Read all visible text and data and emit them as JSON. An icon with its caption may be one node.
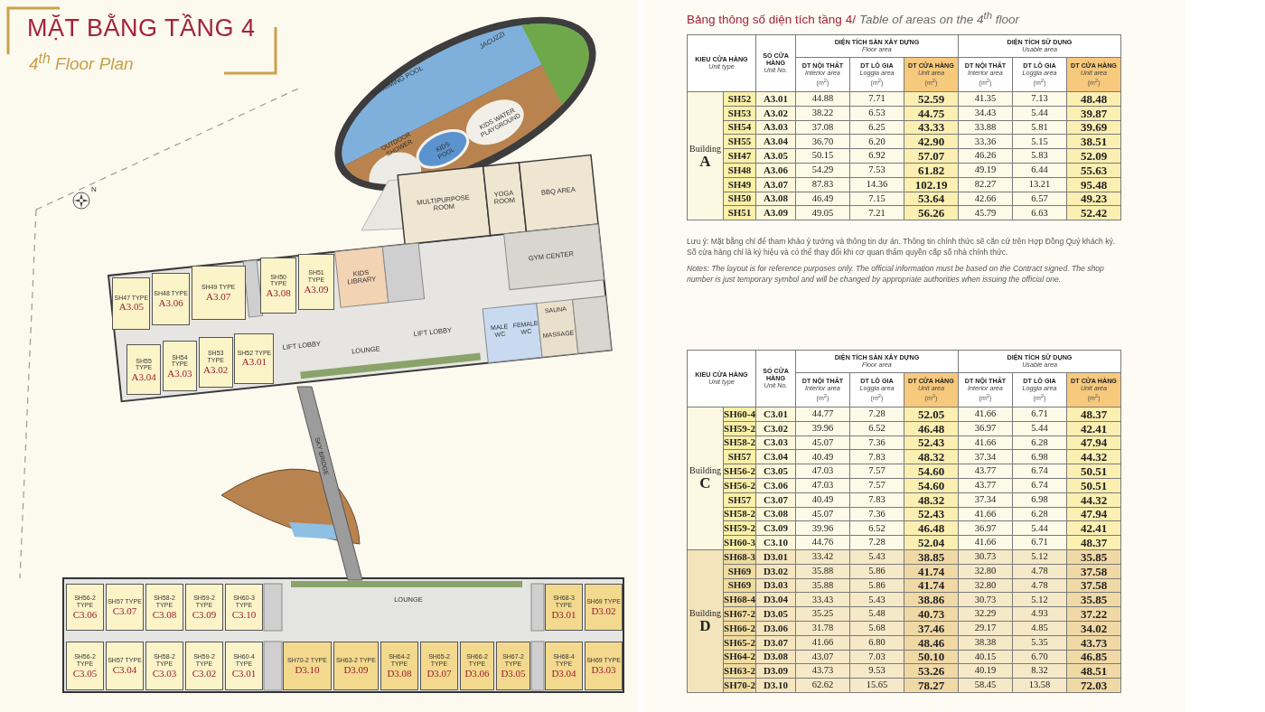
{
  "diagram": {
    "title": "MẶT BẰNG TẦNG 4",
    "nodes": [
      {
        "text": [
          "SH47 TYPE",
          "A3.05"
        ]
      },
      {
        "text": [
          "SH48 TYPE",
          "A3.06"
        ]
      },
      {
        "text": [
          "SH49 TYPE",
          "A3.07"
        ]
      },
      {
        "text": [
          "SH50 TYPE",
          "A3.08"
        ]
      },
      {
        "text": [
          "SH51 TYPE",
          "A3.09"
        ]
      },
      {
        "text": [
          "SH55 TYPE",
          "A3.04"
        ]
      },
      {
        "text": [
          "SH54 TYPE",
          "A3.03"
        ]
      },
      {
        "text": [
          "SH53 TYPE",
          "A3.02"
        ]
      },
      {
        "text": [
          "SH52 TYPE",
          "A3.01"
        ]
      },
      {
        "text": [
          "SH56-2 TYPE",
          "C3.06"
        ]
      },
      {
        "text": [
          "SH57 TYPE",
          "C3.07"
        ]
      },
      {
        "text": [
          "SH58-2 TYPE",
          "C3.08"
        ]
      },
      {
        "text": [
          "SH59-2 TYPE",
          "C3.09"
        ]
      },
      {
        "text": [
          "SH60-3 TYPE",
          "C3.10"
        ]
      },
      {
        "text": [
          "SH68-3 TYPE",
          "D3.01"
        ]
      },
      {
        "text": [
          "SH69 TYPE",
          "D3.02"
        ]
      },
      {
        "text": [
          "SH56-2 TYPE",
          "C3.05"
        ]
      },
      {
        "text": [
          "SH57 TYPE",
          "C3.04"
        ]
      },
      {
        "text": [
          "SH58-2 TYPE",
          "C3.03"
        ]
      },
      {
        "text": [
          "SH59-2 TYPE",
          "C3.02"
        ]
      },
      {
        "text": [
          "SH60-4 TYPE",
          "C3.01"
        ]
      },
      {
        "text": [
          "SH70-2 TYPE",
          "D3.10"
        ]
      },
      {
        "text": [
          "SH63-2 TYPE",
          "D3.09"
        ]
      },
      {
        "text": [
          "SH64-2 TYPE",
          "D3.08"
        ]
      },
      {
        "text": [
          "SH65-2 TYPE",
          "D3.07"
        ]
      },
      {
        "text": [
          "SH66-2 TYPE",
          "D3.06"
        ]
      },
      {
        "text": [
          "SH67-2 TYPE",
          "D3.05"
        ]
      },
      {
        "text": [
          "SH68-4 TYPE",
          "D3.04"
        ]
      },
      {
        "text": [
          "SH69 TYPE",
          "D3.03"
        ]
      }
    ],
    "labels": [
      "4$^{th}$ Floor Plan",
      "JACUZZI",
      "SWIMMING POOL",
      "KIDS WATER PLAYGROUND",
      "OUTDOOR SHOWER",
      "KIDS POOL",
      "N",
      "MULTIPURPOSE ROOM",
      "YOGA ROOM",
      "BBQ AREA",
      "GYM CENTER",
      "KIDS LIBRARY",
      "SAUNA",
      "LIFT LOBBY",
      "MALE WC",
      "FEMALE WC",
      "MASSAGE",
      "LIFT LOBBY",
      "LOUNGE",
      "SKY BRIDGE",
      "LOUNGE",
      "Bảng thông số diện tích tầng 4/",
      "Table of areas on the 4$^{th}$ floor",
      "KIỂU CỬA HÀNG",
      "Unit type",
      "SỐ CỬA HÀNG",
      "Unit No.",
      "DIỆN TÍCH SÀN XÂY DỰNG",
      "Floor area",
      "DIỆN TÍCH SỬ DỤNG",
      "Usable area",
      "DT NỘI THẤT",
      "Interior area",
      "(m$^{2}$)",
      "DT LÔ GIA",
      "Loggia area",
      "(m$^{2}$)",
      "DT CỬA HÀNG",
      "Unit area",
      "(m$^{2}$)",
      "DT NỘI THẤT",
      "Interior area",
      "(m$^{2}$)",
      "DT LÔ GIA",
      "Loggia area",
      "(m$^{2}$)",
      "DT CỬA HÀNG",
      "Unit area",
      "(m$^{2}$)",
      "Building",
      "A",
      "SH52",
      "A3.01",
      "44.88",
      "7.71",
      "52.59",
      "41.35",
      "7.13",
      "48.48",
      "SH53",
      "A3.02",
      "38.22",
      "6.53",
      "44.75",
      "34.43",
      "5.44",
      "39.87",
      "SH54",
      "A3.03",
      "37.08",
      "6.25",
      "43.33",
      "33.88",
      "5.81",
      "39.69",
      "SH55",
      "A3.04",
      "36.70",
      "6.20",
      "42.90",
      "33.36",
      "5.15",
      "38.51",
      "SH47",
      "A3.05",
      "50.15",
      "6.92",
      "57.07",
      "46.26",
      "5.83",
      "52.09",
      "SH48",
      "A3.06",
      "54.29",
      "7.53",
      "61.82",
      "49.19",
      "6.44",
      "55.63",
      "SH49",
      "A3.07",
      "87.83",
      "14.36",
      "102.19",
      "82.27",
      "13.21",
      "95.48",
      "SH50",
      "A3.08",
      "46.49",
      "7.15",
      "53.64",
      "42.66",
      "6.57",
      "49.23",
      "SH51",
      "A3.09",
      "49.05",
      "7.21",
      "56.26",
      "45.79",
      "6.63",
      "52.42",
      "Lưu ý: Mặt bằng chỉ để tham khảo ý tưởng và thông tin dự án. Thông tin chính thức sẽ căn cứ trên Hợp Đồng Quý khách ký. Số cửa hàng chỉ là ký hiệu và có thể thay đổi khi cơ quan thẩm quyền cấp số nhà chính thức.",
      "Notes: The layout is for reference purposes only. The official information must be based on the Contract signed. The shop number is just temporary symbol and will be changed by appropriate authorities when issuing the official one.",
      "KIỂU CỬA HÀNG",
      "Unit type",
      "SỐ CỬA HÀNG",
      "Unit No.",
      "DIỆN TÍCH SÀN XÂY DỰNG",
      "Floor area",
      "DIỆN TÍCH SỬ DỤNG",
      "Usable area",
      "DT NỘI THẤT",
      "Interior area",
      "(m$^{2}$)",
      "DT LÔ GIA",
      "Loggia area",
      "(m$^{2}$)",
      "DT CỬA HÀNG",
      "Unit area",
      "(m$^{2}$)",
      "DT NỘI THẤT",
      "Interior area",
      "(m$^{2}$)",
      "DT LÔ GIA",
      "Loggia area",
      "(m$^{2}$)",
      "DT CỬA HÀNG",
      "Unit area",
      "(m$^{2}$)",
      "Building",
      "C",
      "SH60-4",
      "C3.01",
      "44.77",
      "7.28",
      "52.05",
      "41.66",
      "6.71",
      "48.37",
      "SH59-2",
      "C3.02",
      "39.96",
      "6.52",
      "46.48",
      "36.97",
      "5.44",
      "42.41",
      "SH58-2",
      "C3.03",
      "45.07",
      "7.36",
      "52.43",
      "41.66",
      "6.28",
      "47.94",
      "SH57",
      "C3.04",
      "40.49",
      "7.83",
      "48.32",
      "37.34",
      "6.98",
      "44.32",
      "SH56-2",
      "C3.05",
      "47.03",
      "7.57",
      "54.60",
      "43.77",
      "6.74",
      "50.51",
      "SH56-2",
      "C3.06",
      "47.03",
      "7.57",
      "54.60",
      "43.77",
      "6.74",
      "50.51",
      "SH57",
      "C3.07",
      "40.49",
      "7.83",
      "48.32",
      "37.34",
      "6.98",
      "44.32",
      "SH58-2",
      "C3.08",
      "45.07",
      "7.36",
      "52.43",
      "41.66",
      "6.28",
      "47.94",
      "SH59-2",
      "C3.09",
      "39.96",
      "6.52",
      "46.48",
      "36.97",
      "5.44",
      "42.41",
      "SH60-3",
      "C3.10",
      "44.76",
      "7.28",
      "52.04",
      "41.66",
      "6.71",
      "48.37",
      "Building",
      "D",
      "SH68-3",
      "D3.01",
      "33.42",
      "5.43",
      "38.85",
      "30.73",
      "5.12",
      "35.85",
      "SH69",
      "D3.02",
      "35.88",
      "5.86",
      "41.74",
      "32.80",
      "4.78",
      "37.58",
      "SH69",
      "D3.03",
      "35.88",
      "5.86",
      "41.74",
      "32.80",
      "4.78",
      "37.58",
      "SH68-4",
      "D3.04",
      "33.43",
      "5.43",
      "38.86",
      "30.73",
      "5.12",
      "35.85",
      "SH67-2",
      "D3.05",
      "35.25",
      "5.48",
      "40.73",
      "32.29",
      "4.93",
      "37.22",
      "SH66-2",
      "D3.06",
      "31.78",
      "5.68",
      "37.46",
      "29.17",
      "4.85",
      "34.02",
      "SH65-2",
      "D3.07",
      "41.66",
      "6.80",
      "48.46",
      "38.38",
      "5.35",
      "43.73",
      "SH64-2",
      "D3.08",
      "43.07",
      "7.03",
      "50.10",
      "40.15",
      "6.70",
      "46.85",
      "SH63-2",
      "D3.09",
      "43.73",
      "9.53",
      "53.26",
      "40.19",
      "8.32",
      "48.51",
      "SH70-2",
      "D3.10",
      "62.62",
      "15.65",
      "78.27",
      "58.45",
      "13.58",
      "72.03"
    ]
  }
}
